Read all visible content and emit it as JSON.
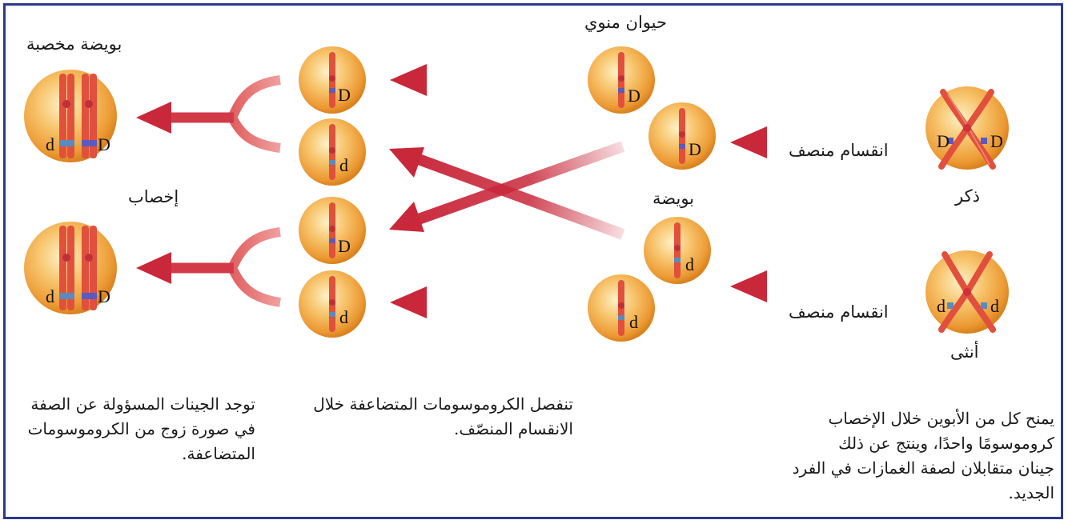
{
  "labels": {
    "fertilized_egg": "بويضة مخصبة",
    "sperm": "حيوان منوي",
    "egg": "بويضة",
    "fertilization": "إخصاب",
    "meiosis_top": "انقسام منصف",
    "meiosis_bottom": "انقسام منصف",
    "male": "ذكر",
    "female": "أنثى"
  },
  "alleles": {
    "dominant": "D",
    "recessive": "d"
  },
  "captions": {
    "left": [
      "توجد الجينات المسؤولة عن الصفة",
      "في صورة زوج من الكروموسومات",
      "المتضاعفة."
    ],
    "middle": [
      "تنفصل الكروموسومات المتضاعفة خلال",
      "الانقسام المنصّف."
    ],
    "right": [
      "يمنح كل من الأبوين خلال الإخصاب",
      "كروموسومًا واحدًا، وينتج عن ذلك",
      "جينان متقابلان لصفة الغمازات في الفرد",
      "الجديد."
    ]
  },
  "colors": {
    "border": "#2b3a8e",
    "arrow": "#c8283a",
    "cell": "#f0a53c",
    "chromosome": "#e0503c"
  }
}
